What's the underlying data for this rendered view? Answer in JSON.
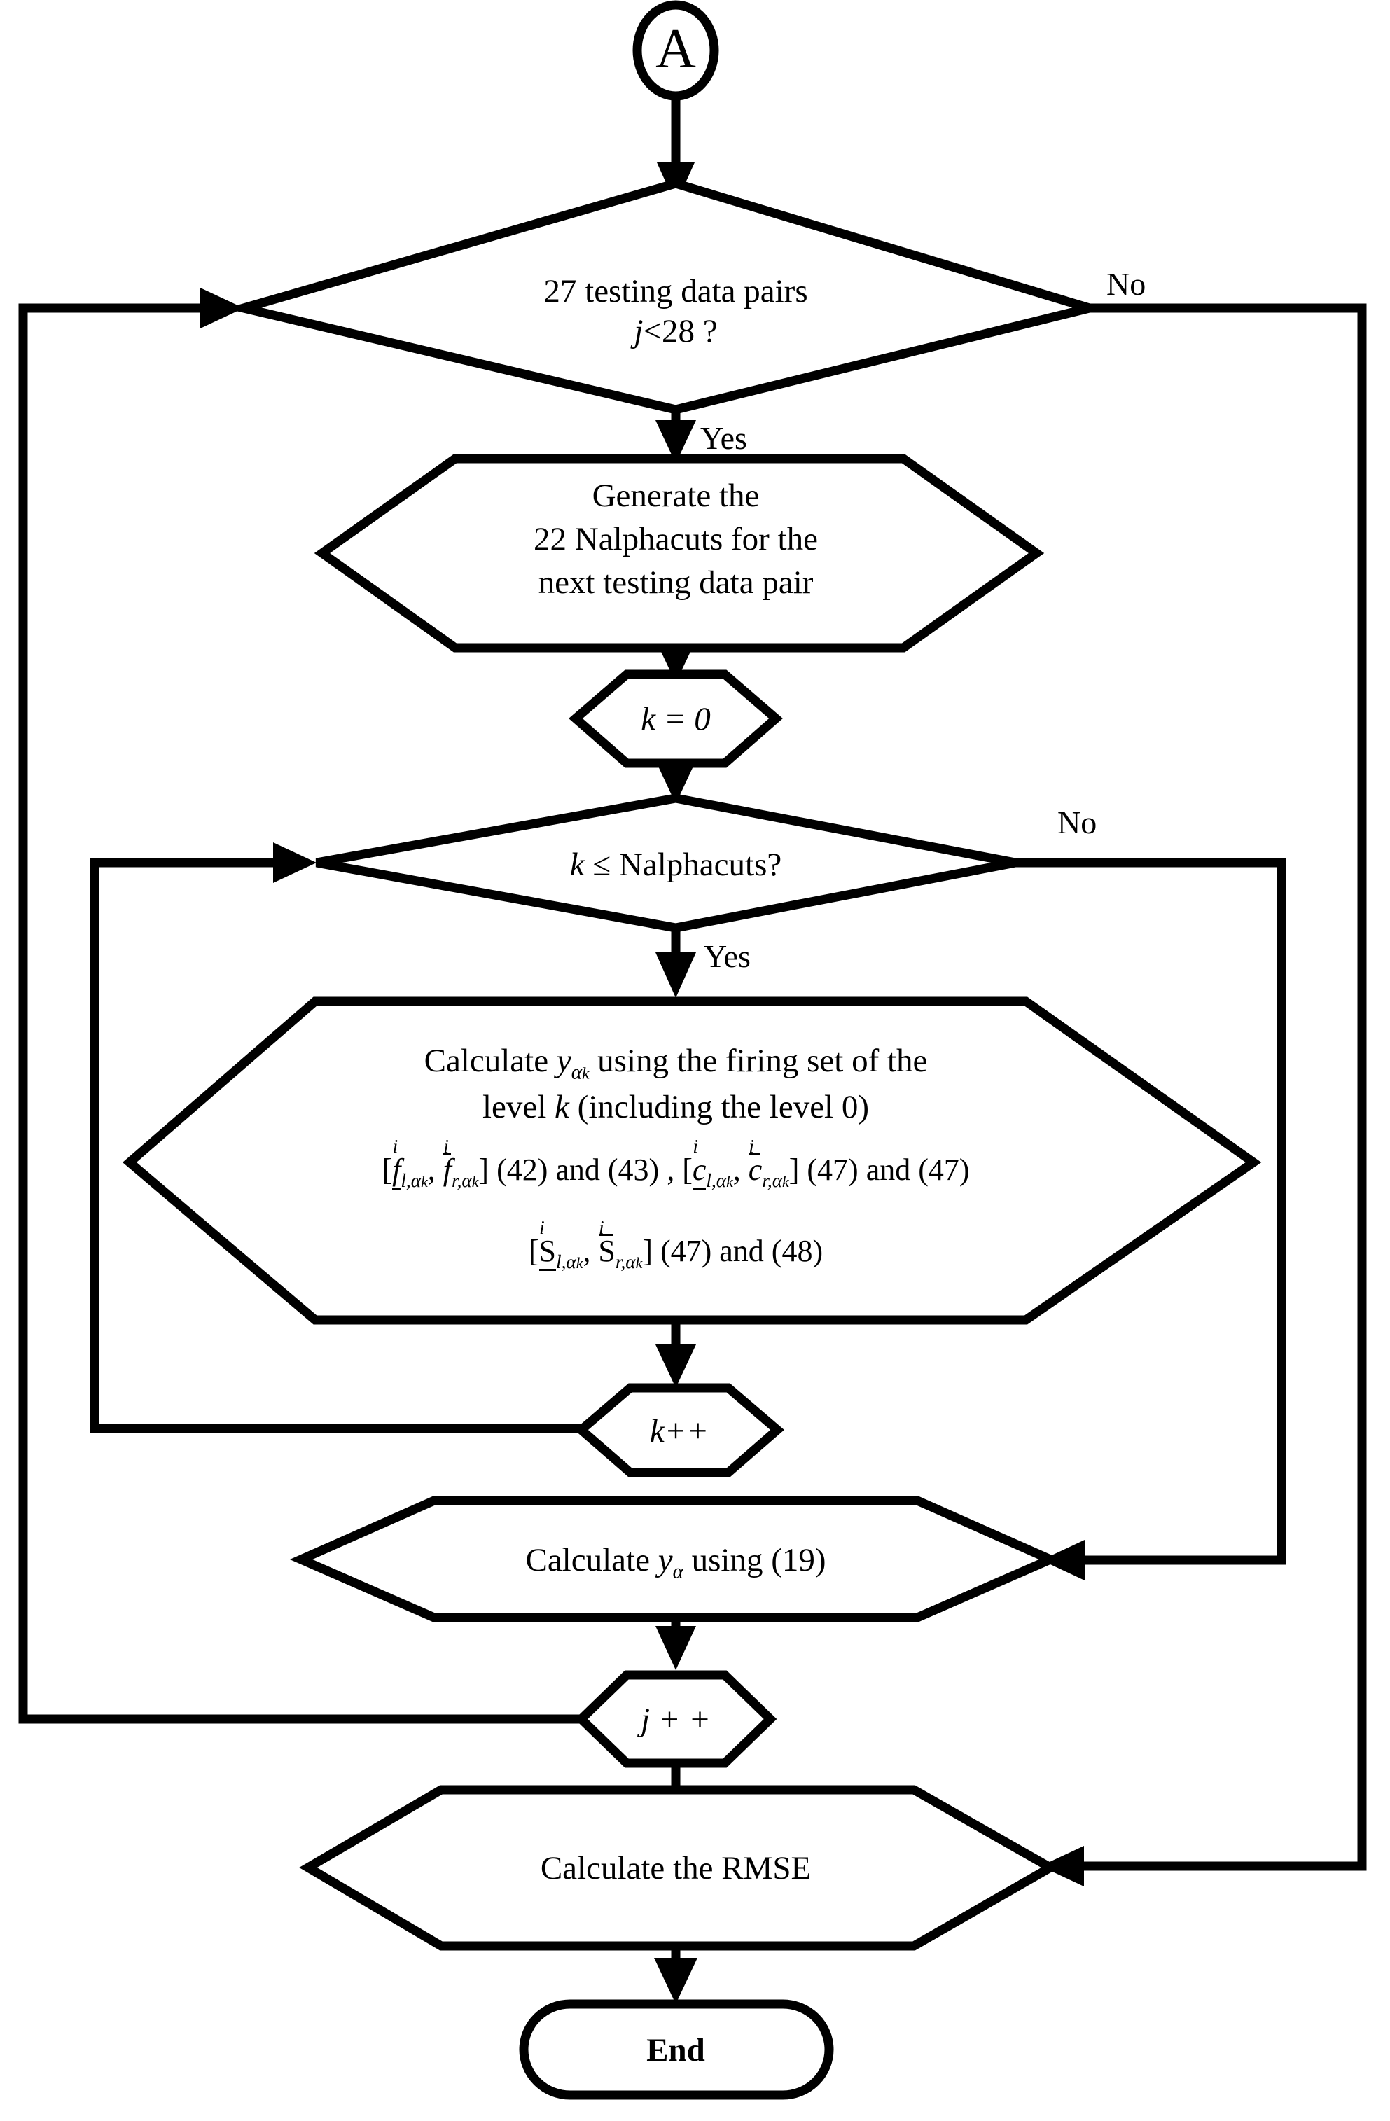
{
  "diagram": {
    "title": "Flowchart continuation A - testing phase and RMSE computation",
    "stroke_color": "#000000",
    "background_color": "#ffffff"
  },
  "nodes": {
    "connector_a": {
      "label": "A",
      "shape": "circle-connector"
    },
    "decision_testing": {
      "line1": "27 testing data pairs",
      "line2_var": "j",
      "line2_rest": "<28 ?",
      "shape": "diamond"
    },
    "process_generate": {
      "line1": "Generate the",
      "line2": "22 Nalphacuts for the",
      "line3": "next testing data pair",
      "shape": "hexagon"
    },
    "init_k": {
      "label": "k = 0",
      "shape": "hexagon-small"
    },
    "decision_alphacuts": {
      "var": "k",
      "rest": " ≤ Nalphacuts?",
      "shape": "diamond"
    },
    "process_calculate": {
      "line1_pre": "Calculate  ",
      "line1_math": "y",
      "line1_sub": "α",
      "line1_subsub": "k",
      "line1_post": " using the firing set of the",
      "line2_pre": "level ",
      "line2_var": "k",
      "line2_post": " (including the level 0)",
      "formula_row1": "[f̲ⁱₗ,αₖ, f̄ⁱᵣ,αₖ] (42) and (43) , [c̲ⁱₗ,αₖ, c̄ⁱᵣ,αₖ] (47) and (47)",
      "formula_row1_eq1": "(42) and (43)",
      "formula_row1_eq2": "(47) and (47)",
      "formula_row2_eq": "(47) and (48)",
      "shape": "hexagon"
    },
    "inc_k": {
      "label": "k++",
      "shape": "hexagon-small"
    },
    "process_y_alpha": {
      "pre": "Calculate ",
      "math": "y",
      "sub": "α",
      "post": " using (19)",
      "shape": "hexagon"
    },
    "inc_j": {
      "label": "j + +",
      "shape": "hexagon-small"
    },
    "process_rmse": {
      "label": "Calculate the RMSE",
      "shape": "hexagon"
    },
    "terminator_end": {
      "label": "End",
      "shape": "rounded-rectangle"
    }
  },
  "branch_labels": {
    "testing_no": "No",
    "testing_yes": "Yes",
    "alphacuts_no": "No",
    "alphacuts_yes": "Yes"
  }
}
